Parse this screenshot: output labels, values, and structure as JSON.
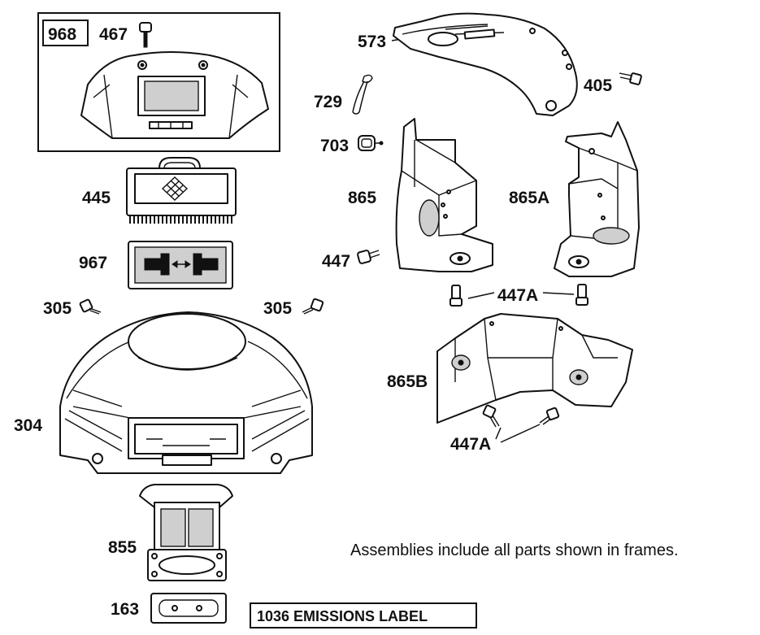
{
  "callouts": {
    "p968": "968",
    "p467": "467",
    "p573": "573",
    "p405": "405",
    "p729": "729",
    "p703": "703",
    "p445": "445",
    "p865": "865",
    "p865a": "865A",
    "p967": "967",
    "p447": "447",
    "p447a_top": "447A",
    "p305_left": "305",
    "p305_right": "305",
    "p865b": "865B",
    "p304": "304",
    "p447a_bottom": "447A",
    "p855": "855",
    "p163": "163"
  },
  "note": "Assemblies include all parts shown in frames.",
  "emissions_label": "1036 EMISSIONS LABEL",
  "colors": {
    "line": "#111111",
    "background": "#ffffff",
    "shade": "#cfcfcf"
  }
}
